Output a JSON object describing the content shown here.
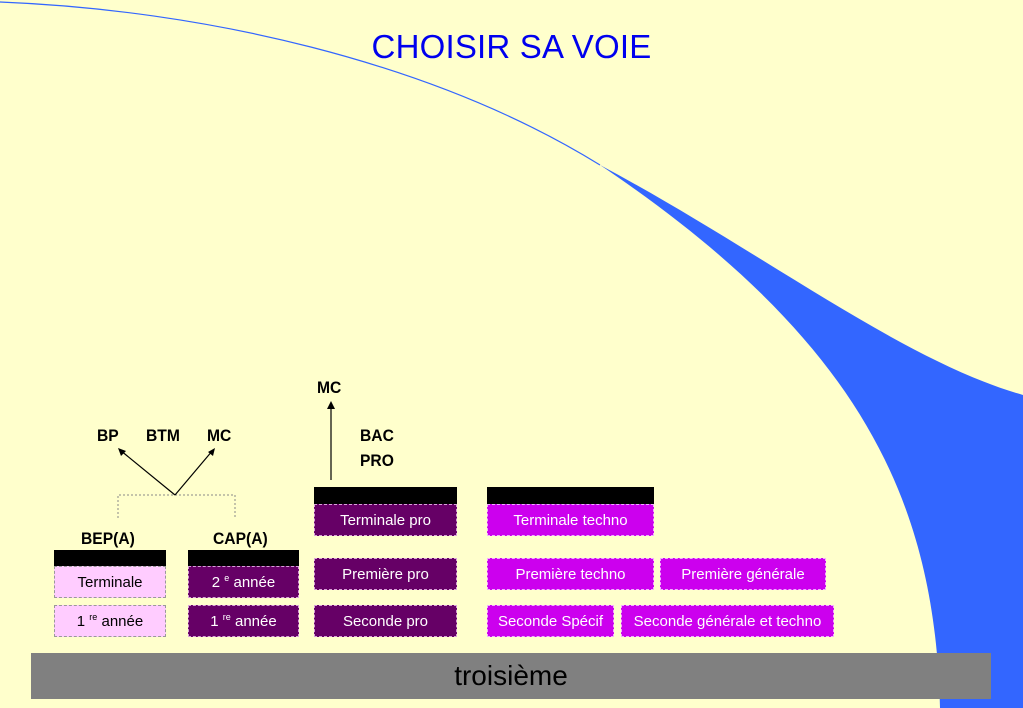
{
  "title": "CHOISIR SA VOIE",
  "colors": {
    "background": "#ffffcc",
    "title": "#0000ee",
    "curve": "#3366ff",
    "dark_purple": "#660066",
    "magenta": "#cc00ee",
    "pink": "#ffccff",
    "base": "#808080"
  },
  "left_top_labels": {
    "bp": "BP",
    "btm": "BTM",
    "mc": "MC"
  },
  "bep": {
    "heading": "BEP(A)",
    "terminale": "Terminale",
    "annee1_num": "1",
    "annee1_sup": "re",
    "annee1_word": "année"
  },
  "cap": {
    "heading": "CAP(A)",
    "annee2_num": "2",
    "annee2_sup": "e",
    "annee2_word": "année",
    "annee1_num": "1",
    "annee1_sup": "re",
    "annee1_word": "année"
  },
  "pro": {
    "mc": "MC",
    "bac_line1": "BAC",
    "bac_line2": "PRO",
    "terminale": "Terminale pro",
    "premiere": "Première pro",
    "seconde": "Seconde pro"
  },
  "techno": {
    "terminale": "Terminale techno",
    "premiere": "Première techno",
    "seconde_specif": "Seconde Spécif"
  },
  "generale": {
    "premiere": "Première générale",
    "seconde": "Seconde générale et techno"
  },
  "base": "troisième"
}
